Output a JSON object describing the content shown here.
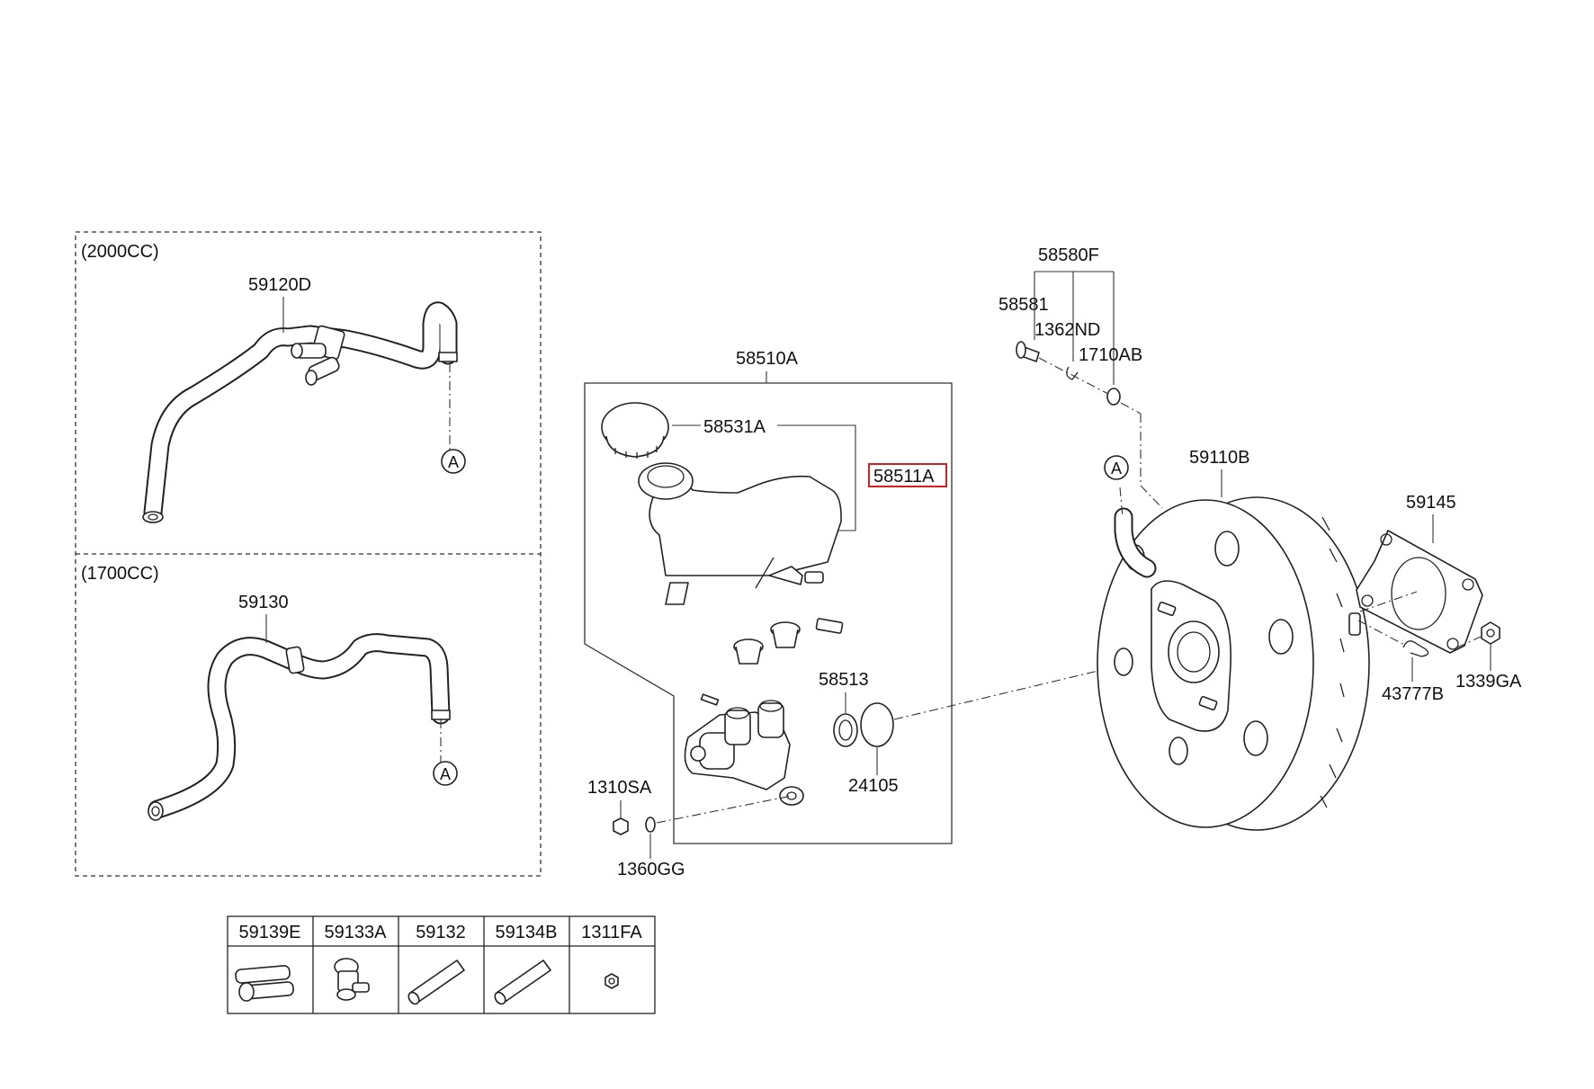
{
  "panels": {
    "top_variant": "(2000CC)",
    "bottom_variant": "(1700CC)"
  },
  "marker_letter": "A",
  "labels": {
    "p59120D": "59120D",
    "p59130": "59130",
    "p58510A": "58510A",
    "p58531A": "58531A",
    "p58511A": "58511A",
    "p58513": "58513",
    "p24105": "24105",
    "p1310SA": "1310SA",
    "p1360GG": "1360GG",
    "p58580F": "58580F",
    "p58581": "58581",
    "p1362ND": "1362ND",
    "p1710AB": "1710AB",
    "p59110B": "59110B",
    "p59145": "59145",
    "p43777B": "43777B",
    "p1339GA": "1339GA"
  },
  "highlight_color": "#d62020",
  "parts_table": {
    "headers": [
      "59139E",
      "59133A",
      "59132",
      "59134B",
      "1311FA"
    ]
  }
}
